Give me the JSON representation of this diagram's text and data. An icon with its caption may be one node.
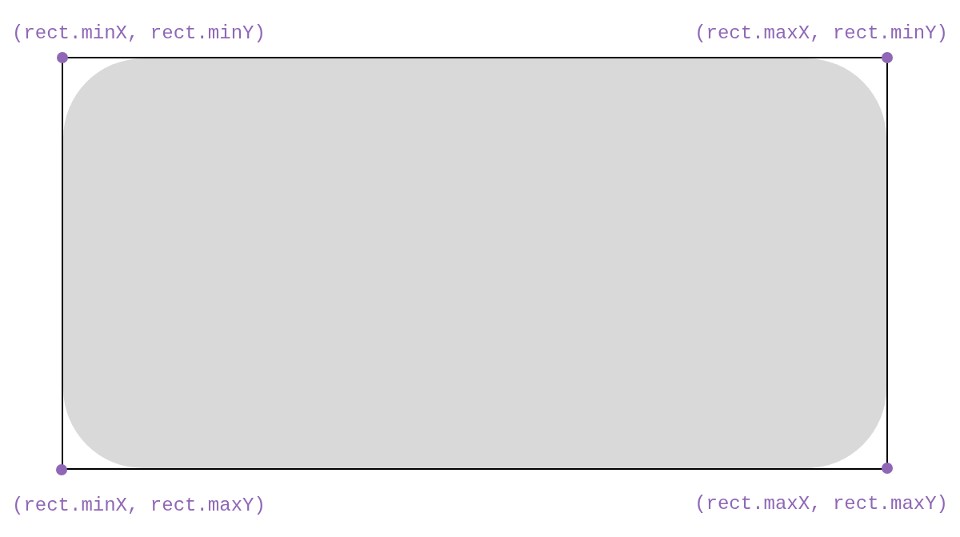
{
  "diagram": {
    "labels": [
      "(rect.minX, rect.minY)",
      "(rect.maxX, rect.minY)",
      "(rect.minX, rect.maxY)",
      "(rect.maxX, rect.maxY)"
    ]
  }
}
